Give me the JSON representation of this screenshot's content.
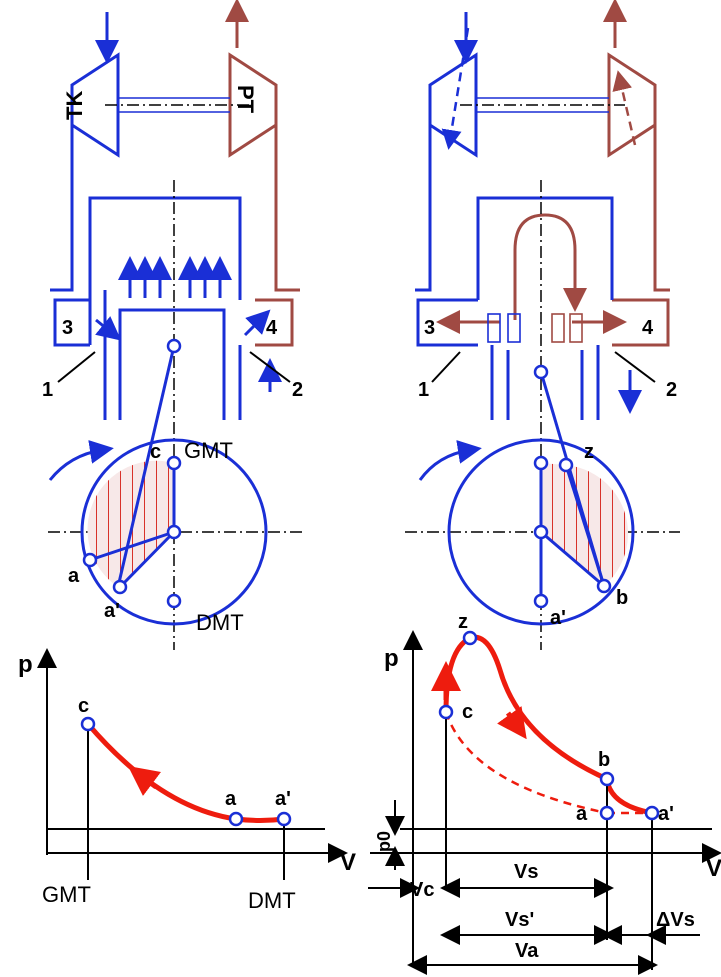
{
  "labels": {
    "tk": "TK",
    "pt": "PT",
    "n1": "1",
    "n2": "2",
    "n3": "3",
    "n4": "4",
    "gmt": "GMT",
    "dmt": "DMT",
    "c": "c",
    "a": "a",
    "a_prime": "a'",
    "z": "z",
    "b": "b",
    "p": "p",
    "v": "V",
    "p0": "p0",
    "vc": "Vc",
    "vs": "Vs",
    "vs_prime": "Vs'",
    "delta_vs": "ΔVs",
    "va": "Va"
  },
  "colors": {
    "intake": "#1a2fd6",
    "exhaust": "#a04a43",
    "process": "#ee1c0e"
  }
}
